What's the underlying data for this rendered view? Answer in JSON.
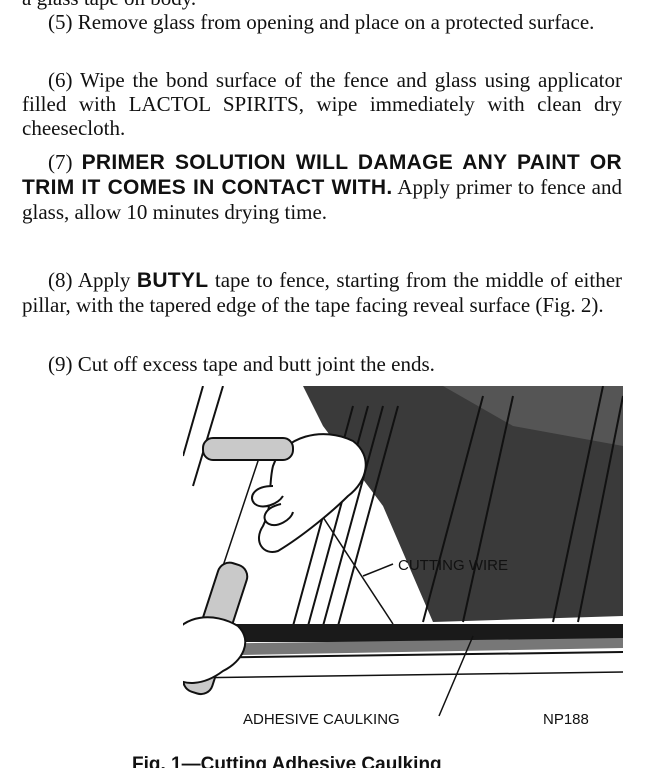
{
  "top_fragment": "a   glass   tape on body.",
  "steps": [
    {
      "num": "(5)",
      "text": "Remove glass from opening and place on a protected surface."
    },
    {
      "num": "(6)",
      "text": "Wipe the bond surface of the fence and glass using applicator filled with LACTOL SPIRITS, wipe immediately with clean dry cheesecloth."
    },
    {
      "num": "(7)",
      "warning": "PRIMER SOLUTION WILL DAMAGE ANY PAINT OR TRIM IT COMES IN CONTACT WITH.",
      "text": "Apply primer to fence and glass, allow 10 minutes drying time."
    },
    {
      "num": "(8)",
      "text_before": "Apply",
      "bold": "BUTYL",
      "text_after": "tape to fence, starting from the middle of either pillar, with the tapered edge of the tape facing reveal surface (Fig. 2)."
    },
    {
      "num": "(9)",
      "text": "Cut off excess tape and butt joint the ends."
    }
  ],
  "figure": {
    "label_cutting_wire": "CUTTING WIRE",
    "label_adhesive_caulking": "ADHESIVE CAULKING",
    "figure_code": "NP188",
    "caption_fragment": "Fig. 1—Cutting Adhesive Caulking"
  }
}
